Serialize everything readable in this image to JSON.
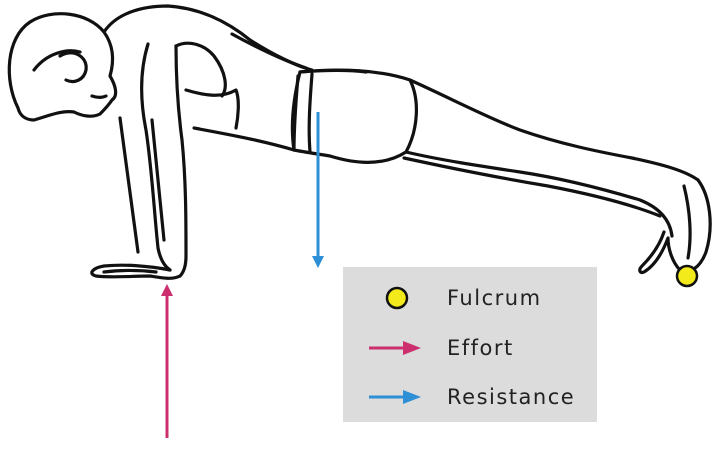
{
  "legend": {
    "items": [
      {
        "label": "Fulcrum",
        "symbol": "circle",
        "color": "#f3ea1c"
      },
      {
        "label": "Effort",
        "symbol": "arrow",
        "color": "#cc2e6e"
      },
      {
        "label": "Resistance",
        "symbol": "arrow",
        "color": "#2d8fd5"
      }
    ]
  },
  "colors": {
    "fulcrum": "#f3ea1c",
    "effort": "#cc2e6e",
    "resistance": "#2d8fd5",
    "outline": "#111111",
    "legend_bg": "#dcdcdc"
  }
}
